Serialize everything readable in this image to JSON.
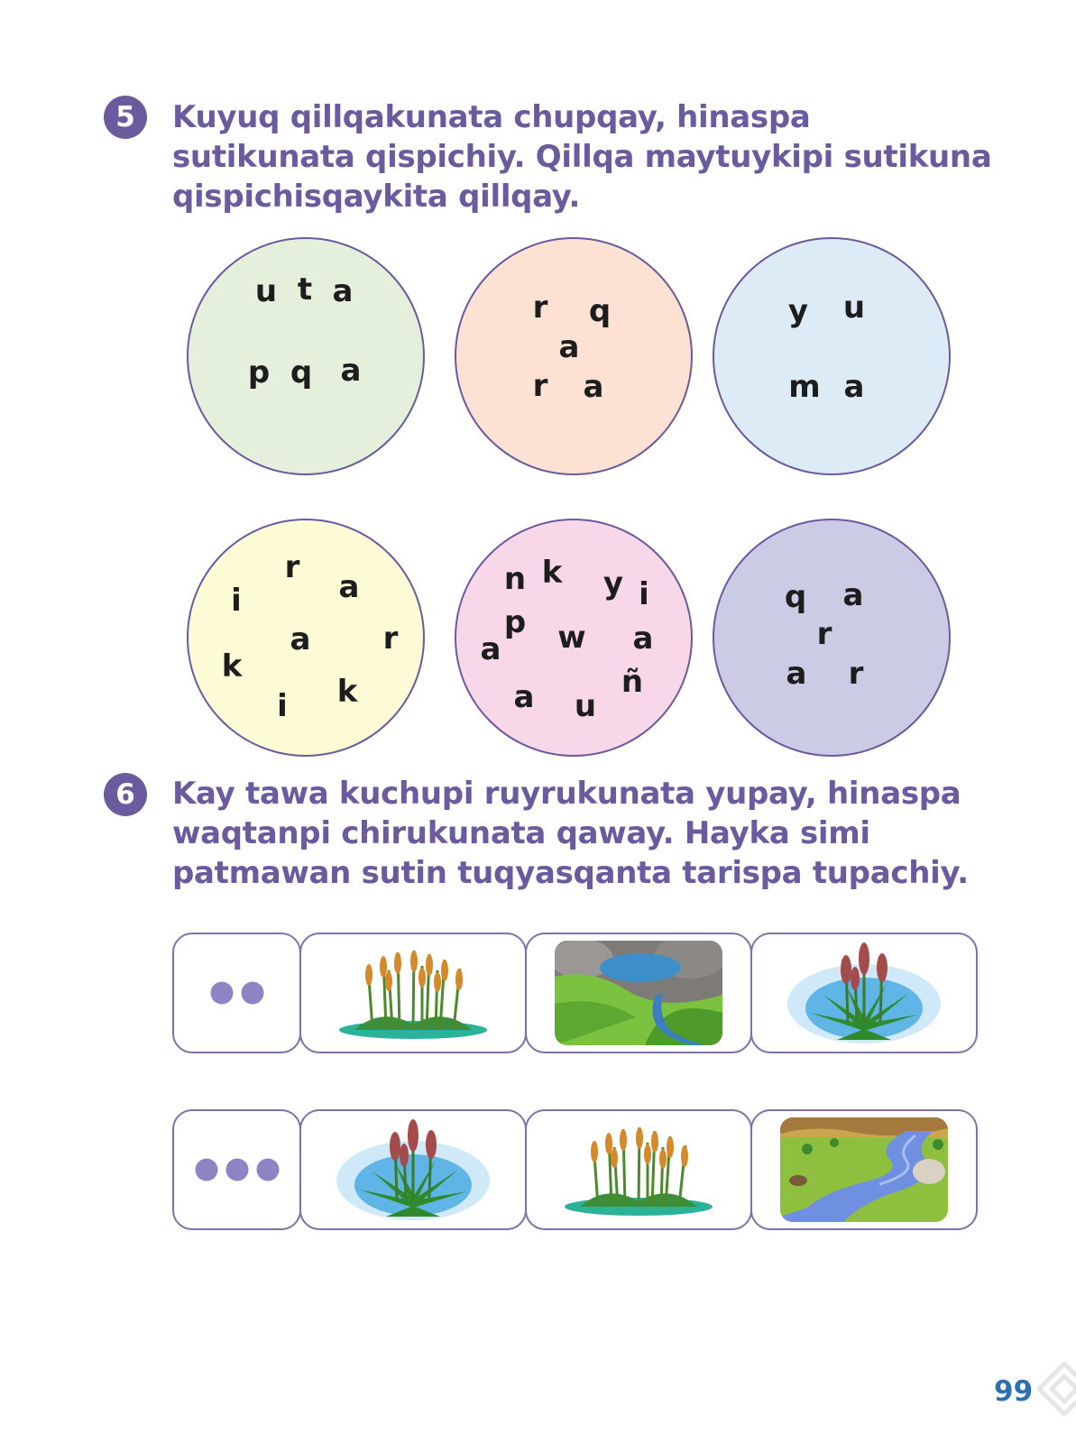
{
  "exercise5": {
    "number": "5",
    "instruction_lines": [
      "Kuyuq qillqakunata chupqay, hinaspa",
      "sutikunata qispichiy. Qillqa maytuykipi sutikuna",
      "qispichisqaykita qillqay."
    ],
    "circles": [
      {
        "color": "#e4efdc",
        "letters": [
          "u",
          "t",
          "a",
          "p",
          "q",
          "a"
        ]
      },
      {
        "color": "#fde1d3",
        "letters": [
          "r",
          "q",
          "a",
          "r",
          "a"
        ]
      },
      {
        "color": "#dcebf6",
        "letters": [
          "y",
          "u",
          "m",
          "a"
        ]
      },
      {
        "color": "#fdfad6",
        "letters": [
          "r",
          "i",
          "a",
          "a",
          "r",
          "k",
          "i",
          "k"
        ]
      },
      {
        "color": "#f8d7e8",
        "letters": [
          "n",
          "k",
          "y",
          "i",
          "p",
          "a",
          "w",
          "a",
          "ñ",
          "a",
          "u"
        ]
      },
      {
        "color": "#cbcbe6",
        "letters": [
          "q",
          "a",
          "r",
          "a",
          "r"
        ]
      }
    ]
  },
  "exercise6": {
    "number": "6",
    "instruction_lines": [
      "Kay tawa kuchupi ruyrukunata yupay, hinaspa",
      "waqtanpi chirukunata qaway. Hayka simi",
      "patmawan sutin tuqyasqanta tarispa tupachiy."
    ],
    "rows": [
      {
        "dots": 2,
        "images": [
          "reed-plant",
          "stream-landscape",
          "totora-plant"
        ]
      },
      {
        "dots": 3,
        "images": [
          "totora-plant",
          "reed-plant",
          "river-landscape"
        ]
      }
    ]
  },
  "footer": {
    "page_number": "99"
  },
  "colors": {
    "accent": "#6b5a9e",
    "dots": "#8e84c4",
    "page_number": "#2e6fae"
  }
}
